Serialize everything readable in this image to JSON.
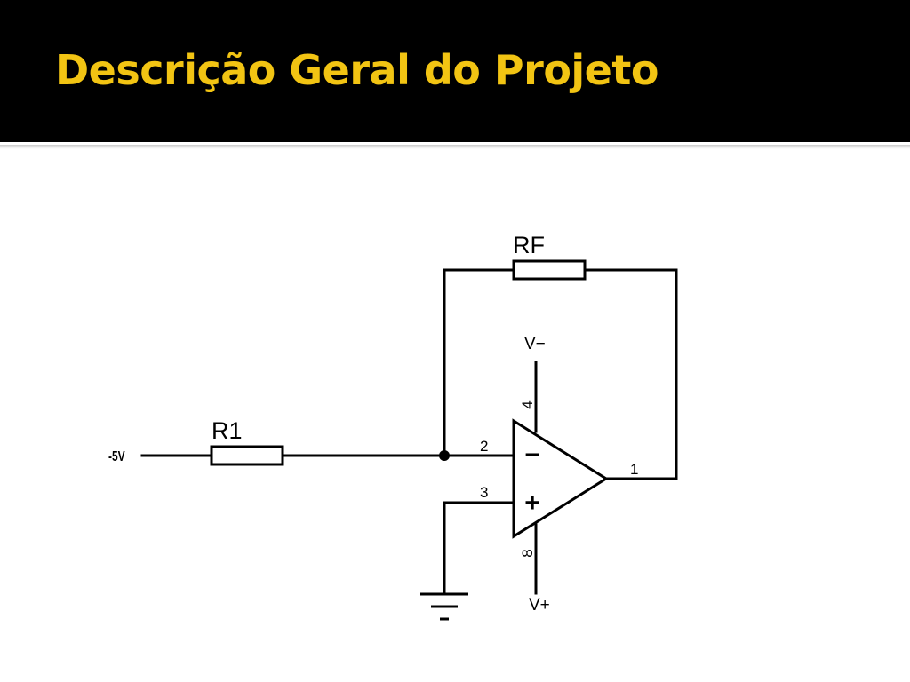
{
  "slide": {
    "title": "Descrição Geral do Projeto"
  },
  "circuit": {
    "input_voltage": "-5V",
    "r1_label": "R1",
    "rf_label": "RF",
    "pin_inverting": "2",
    "pin_noninverting": "3",
    "pin_output": "1",
    "pin_vminus": "4",
    "pin_vplus": "8",
    "vminus_label": "V−",
    "vplus_label": "V+",
    "minus_sign": "−",
    "plus_sign": "+"
  },
  "colors": {
    "title_bar": "#000000",
    "title_text": "#f2c413",
    "background": "#ffffff",
    "wire": "#000000"
  }
}
